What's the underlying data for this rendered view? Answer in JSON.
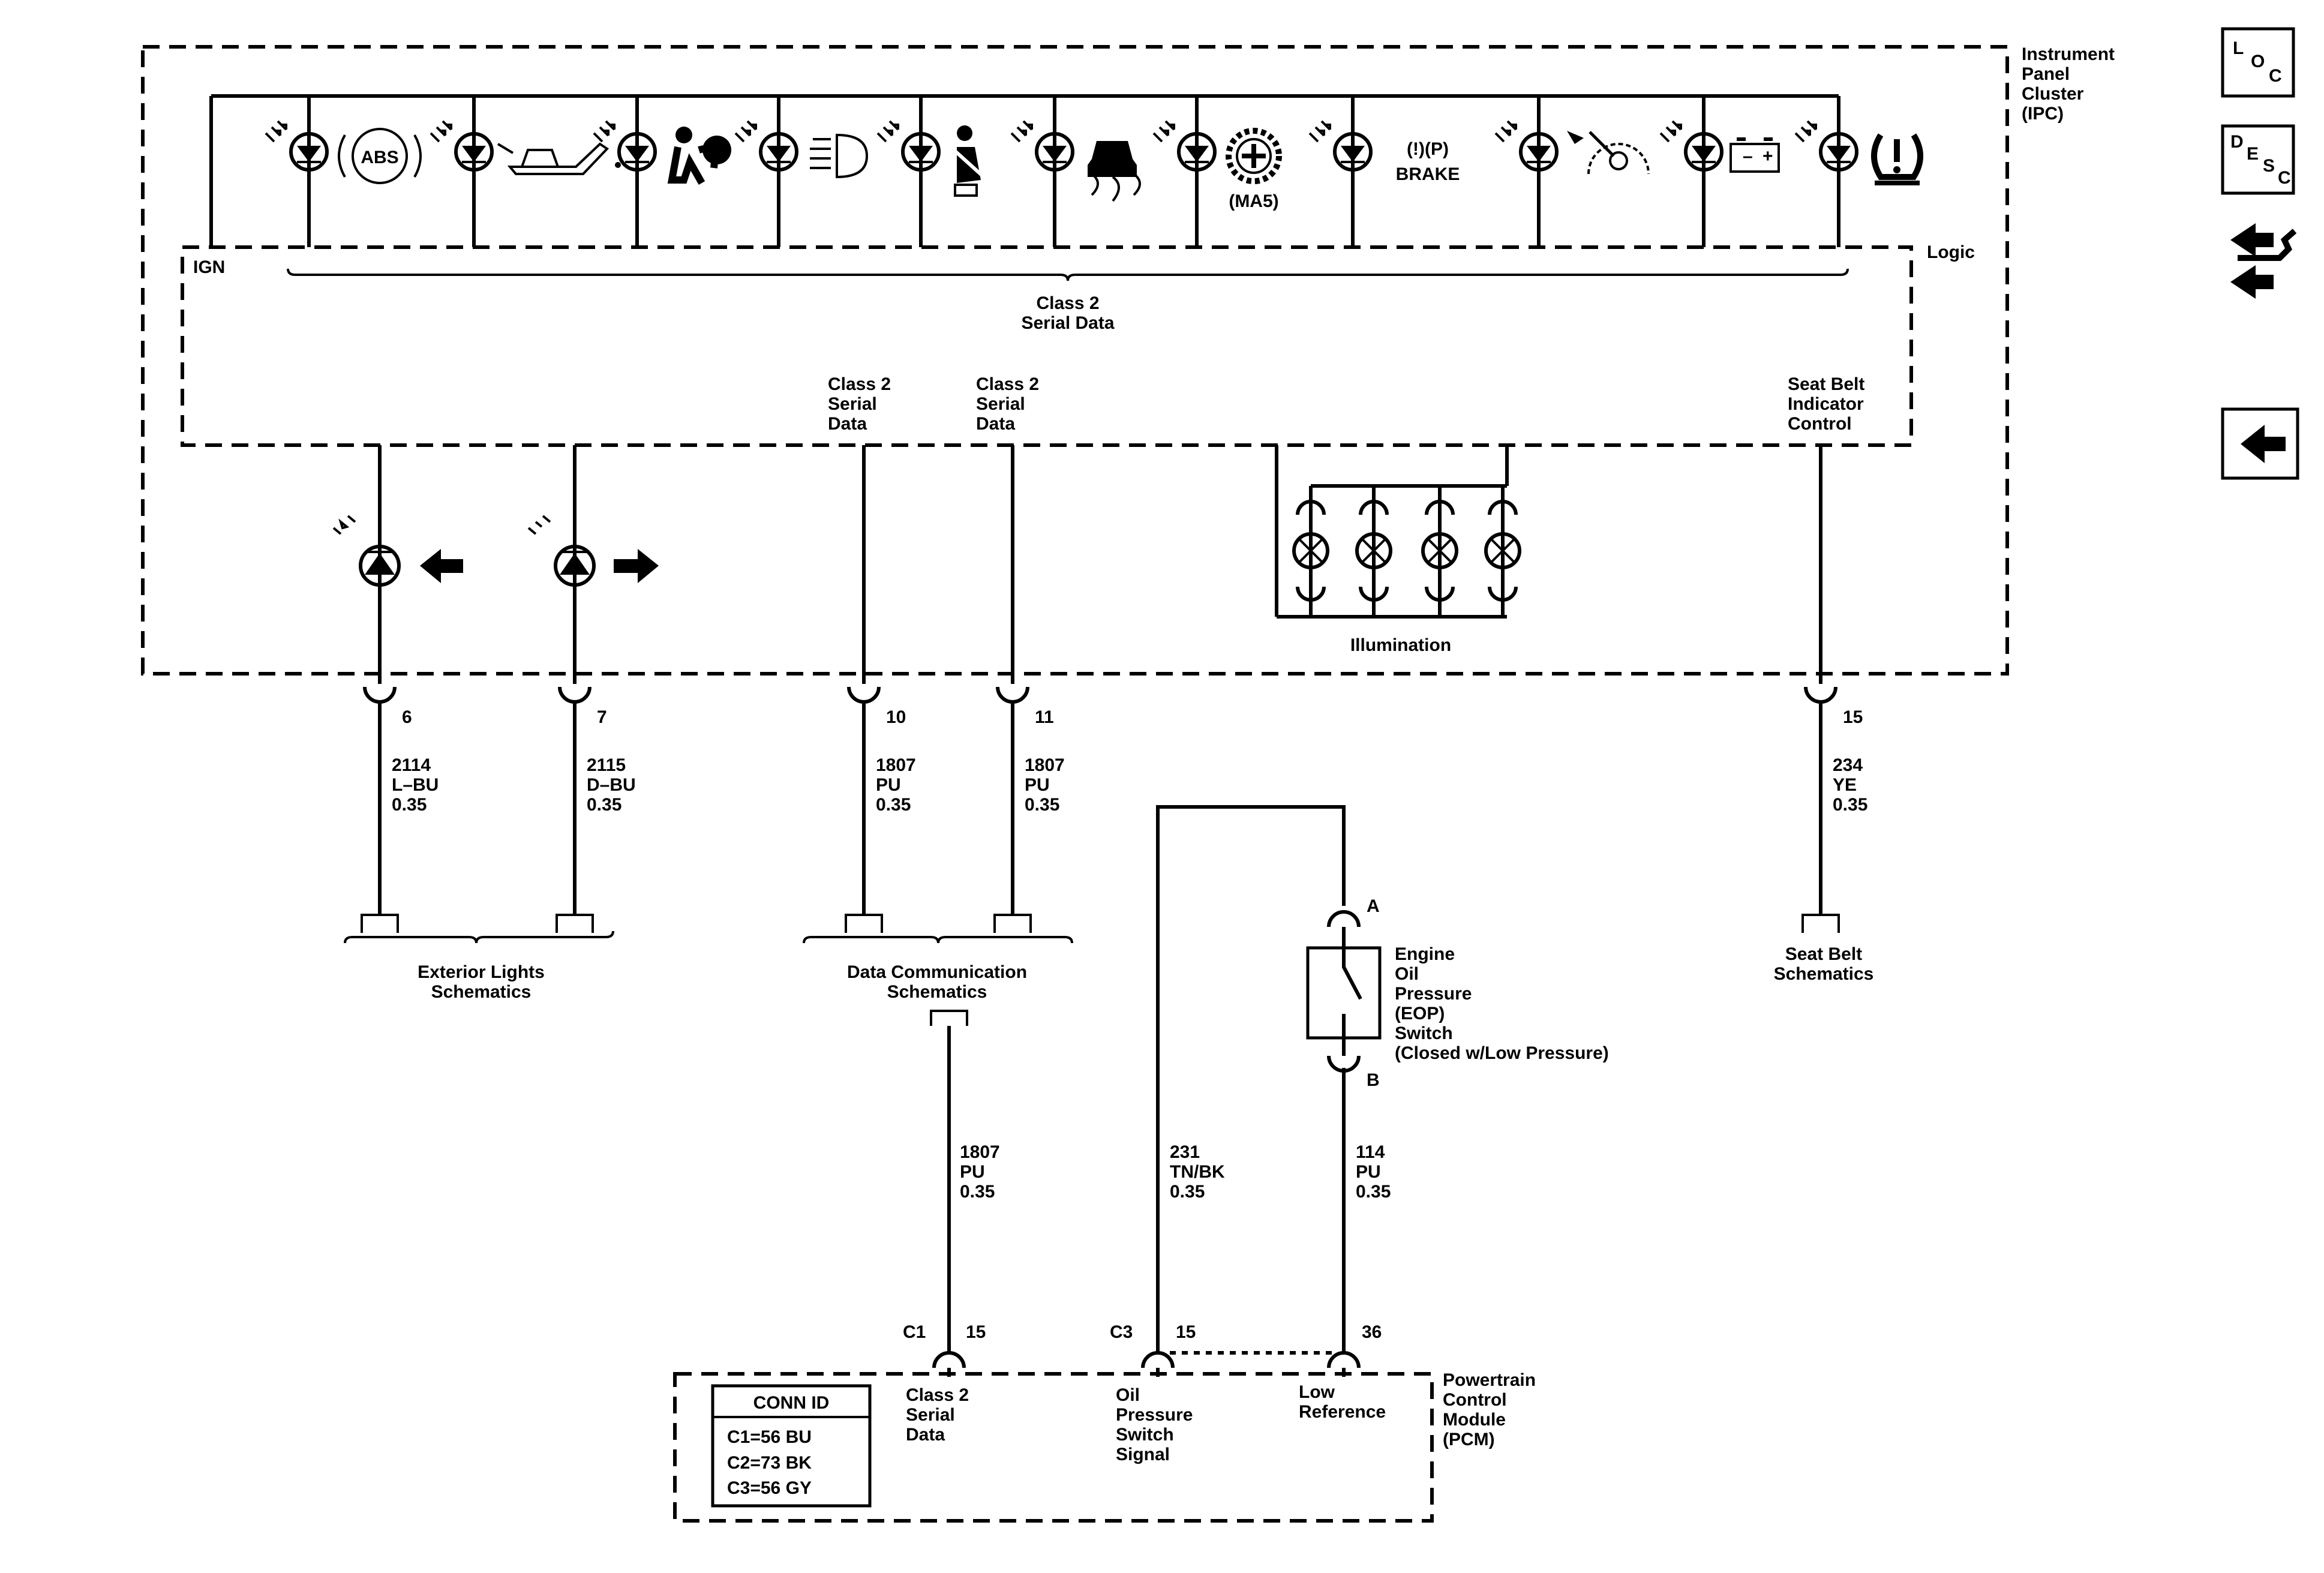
{
  "ipc": {
    "name": "Instrument\nPanel\nCluster\n(IPC)",
    "logic": "Logic",
    "ign": "IGN",
    "bus_label": "Class 2\nSerial Data",
    "pin_label_a": "Class 2\nSerial\nData",
    "pin_label_b": "Class 2\nSerial\nData",
    "seatbelt_control": "Seat Belt\nIndicator\nControl",
    "illumination": "Illumination",
    "indicators": {
      "abs": "ABS",
      "ma5": "(MA5)",
      "brake": "BRAKE",
      "brake_symbols": "(!)(P)"
    }
  },
  "circuits": {
    "c6": {
      "pin": "6",
      "wire": "2114\nL–BU\n0.35"
    },
    "c7": {
      "pin": "7",
      "wire": "2115\nD–BU\n0.35"
    },
    "c10": {
      "pin": "10",
      "wire": "1807\nPU\n0.35"
    },
    "c11": {
      "pin": "11",
      "wire": "1807\nPU\n0.35"
    },
    "c15": {
      "pin": "15",
      "wire": "234\nYE\n0.35"
    },
    "pcm_data": {
      "wire": "1807\nPU\n0.35"
    },
    "oil_sig": {
      "wire": "231\nTN/BK\n0.35"
    },
    "oil_ref": {
      "wire": "114\nPU\n0.35"
    }
  },
  "refs": {
    "exterior_lights": "Exterior Lights\nSchematics",
    "data_comm": "Data Communication\nSchematics",
    "seat_belt": "Seat Belt\nSchematics"
  },
  "eop": {
    "pin_a": "A",
    "pin_b": "B",
    "label": "Engine\nOil\nPressure\n(EOP)\nSwitch\n(Closed w/Low Pressure)"
  },
  "pcm": {
    "name": "Powertrain\nControl\nModule\n(PCM)",
    "c1": "C1",
    "c1_pin": "15",
    "c3": "C3",
    "c3_pin": "15",
    "ref_pin": "36",
    "class2": "Class 2\nSerial\nData",
    "oil_signal": "Oil\nPressure\nSwitch\nSignal",
    "low_ref": "Low\nReference",
    "conn_id": {
      "title": "CONN ID",
      "rows": [
        "C1=56 BU",
        "C2=73 BK",
        "C3=56 GY"
      ]
    }
  },
  "sidebar": {
    "loc": "LOC",
    "desc": "DESC"
  },
  "colors": {
    "ink": "#000000",
    "paper": "#ffffff"
  }
}
